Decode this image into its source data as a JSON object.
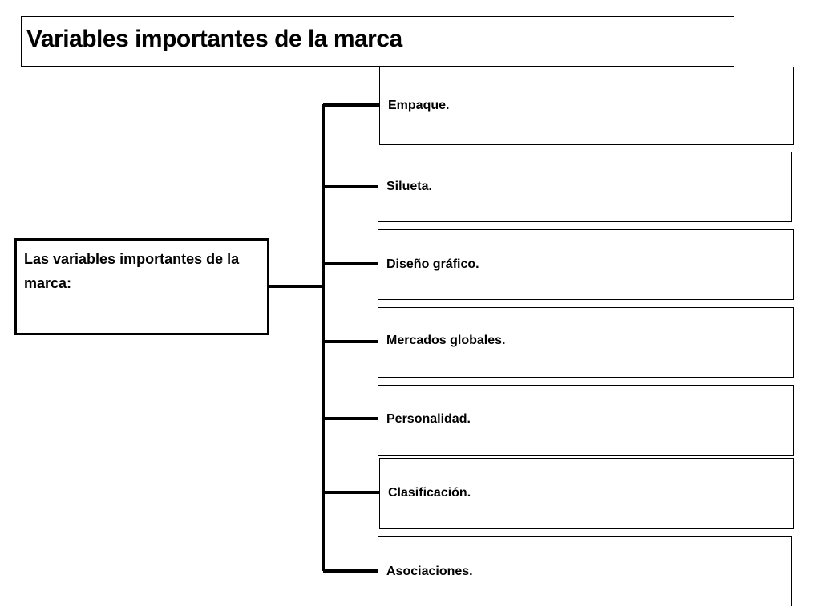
{
  "title": "Variables importantes de la marca",
  "root_label": "Las variables importantes de la marca:",
  "items": [
    {
      "label": "Empaque."
    },
    {
      "label": "Silueta."
    },
    {
      "label": "Diseño gráfico."
    },
    {
      "label": "Mercados globales."
    },
    {
      "label": "Personalidad."
    },
    {
      "label": "Clasificación."
    },
    {
      "label": "Asociaciones."
    }
  ]
}
